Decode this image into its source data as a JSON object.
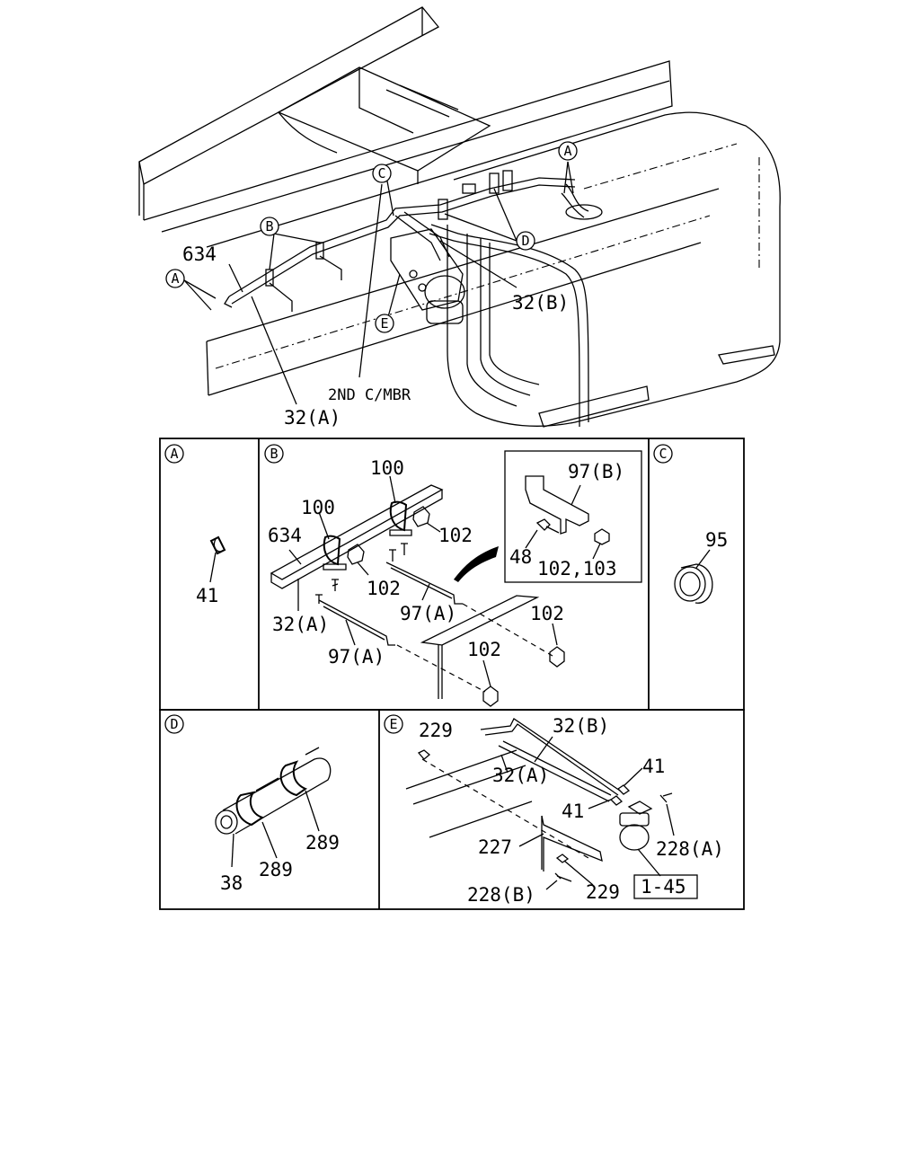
{
  "main": {
    "labels": {
      "634": "634",
      "32a": "32(A)",
      "32b": "32(B)",
      "mbr": "2ND C/MBR"
    },
    "callouts": {
      "a": "A",
      "b": "B",
      "c": "C",
      "d": "D",
      "e": "E"
    }
  },
  "panel_a": {
    "id": "A",
    "labels": {
      "41": "41"
    }
  },
  "panel_b": {
    "id": "B",
    "labels": {
      "100_1": "100",
      "100_2": "100",
      "634": "634",
      "102_1": "102",
      "102_2": "102",
      "102_3": "102",
      "102_4": "102",
      "32a": "32(A)",
      "97a_1": "97(A)",
      "97a_2": "97(A)"
    },
    "inset": {
      "97b": "97(B)",
      "48": "48",
      "102_103": "102,103"
    }
  },
  "panel_c": {
    "id": "C",
    "labels": {
      "95": "95"
    }
  },
  "panel_d": {
    "id": "D",
    "labels": {
      "38": "38",
      "289_1": "289",
      "289_2": "289"
    }
  },
  "panel_e": {
    "id": "E",
    "labels": {
      "229_1": "229",
      "32b": "32(B)",
      "32a": "32(A)",
      "41_1": "41",
      "41_2": "41",
      "227": "227",
      "228a": "228(A)",
      "228b": "228(B)",
      "229_2": "229",
      "ref": "1-45"
    }
  }
}
